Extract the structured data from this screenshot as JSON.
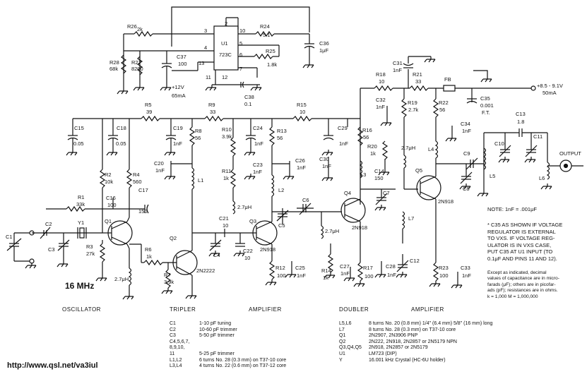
{
  "title": "16 MHz",
  "url": "http://www.qsl.net/va3iul",
  "sections": [
    "OSCILLATOR",
    "TRIPLER",
    "AMPLIFIER",
    "DOUBLER",
    "AMPLIFIER"
  ],
  "supply": {
    "main": "+8.5 - 9.1V",
    "main_current": "50mA",
    "reg": "+12V",
    "reg_current": "65mA"
  },
  "output_label": "OUTPUT",
  "ic": {
    "name": "U1",
    "part": "723C",
    "pins": [
      "2",
      "3",
      "4",
      "5",
      "6",
      "7",
      "10",
      "11",
      "12",
      "13"
    ]
  },
  "parts": {
    "R26": "R26",
    "R26v": "2k",
    "R24": "R24",
    "R24v": "5.1",
    "R28": "R28",
    "R28v": "68k",
    "R27": "R27",
    "R27v": "8200",
    "C37": "C37",
    "C37v": "100",
    "R25": "R25",
    "R25v": "1.8k",
    "C36": "C36",
    "C36v": "1μF",
    "C38": "C38",
    "C38v": "0.1",
    "R5": "R5",
    "R5v": "39",
    "R9": "R9",
    "R9v": "33",
    "R15": "R15",
    "R15v": "10",
    "R18": "R18",
    "R18v": "10",
    "R21": "R21",
    "R21v": "33",
    "FB": "FB",
    "C31": "C31",
    "C31v": "1nF",
    "C35": "C35",
    "C35v": "0.001",
    "C35t": "F.T.",
    "C15": "C15",
    "C15v": "0.05",
    "C18": "C18",
    "C18v": "0.05",
    "C19": "C19",
    "C19v": "1nF",
    "R8": "R8",
    "R8v": "56",
    "R10": "R10",
    "R10v": "3.9k",
    "C24": "C24",
    "C24v": "1nF",
    "R13": "R13",
    "R13v": "56",
    "C29": "C29",
    "C29v": "1nF",
    "R16": "R16",
    "R16v": "56",
    "C32": "C32",
    "C32v": "1nF",
    "R19": "R19",
    "R19v": "2.7k",
    "R22": "R22",
    "R22v": "56",
    "C34": "C34",
    "C34v": "1nF",
    "C13": "C13",
    "C13v": "1.8",
    "C10": "C10",
    "C11": "C11",
    "C9": "C9",
    "C8": "C8",
    "L4": "L4",
    "L5": "L5",
    "L6": "L6",
    "R2": "R2",
    "R2v": "10k",
    "R4": "R4",
    "R4v": "560",
    "C16": "C16",
    "C16v": "100",
    "C17": "C17",
    "C17v": "150",
    "R1": "R1",
    "R1v": "33k",
    "C20": "C20",
    "C20v": "1nF",
    "L1": "L1",
    "R11": "R11",
    "R11v": "1k",
    "C23": "C23",
    "C23v": "1nF",
    "C26": "C26",
    "C26v": "1nF",
    "L2": "L2",
    "C30": "C30",
    "C30v": "1nF",
    "R20": "R20",
    "R20v": "1k",
    "C14": "C14",
    "C14v": "150",
    "L3": "L3",
    "C7": "C7",
    "C6": "C6",
    "C5": "C5",
    "C21": "C21",
    "C21v": "10",
    "C22": "C22",
    "C22v": "10",
    "C4": "C4",
    "C2": "C2",
    "C3": "C3",
    "C1": "C1",
    "Y1": "Y1",
    "R3": "R3",
    "R3v": "27k",
    "R6": "R6",
    "R6v": "1k",
    "R7": "R7",
    "R7v": "3.9k",
    "L_uH": "2.7μH",
    "R12": "R12",
    "R12v": "100",
    "C25": "C25",
    "C25v": "1nF",
    "R14": "R14",
    "R14v": "1k",
    "C27": "C27",
    "C27v": "1nF",
    "R17": "R17",
    "R17v": "100",
    "C28": "C28",
    "C28v": "1nF",
    "L7": "L7",
    "C12": "C12",
    "R23": "R23",
    "R23v": "100",
    "C33": "C33",
    "C33v": "1nF",
    "Q1": "Q1",
    "Q2": "Q2",
    "Q2t": "2N2222",
    "Q3": "Q3",
    "Q3t": "2N918",
    "Q4": "Q4",
    "Q4t": "2N918",
    "Q5": "Q5",
    "Q5t": "2N918"
  },
  "notes": {
    "note1": "NOTE: 1nF = .001μF",
    "note2": [
      "* C35 AS SHOWN IF VOLTAGE",
      "REGULATOR IS EXTERNAL",
      "TO VXS. IF VOLTAGE REG-",
      "ULATOR IS IN VXS CASE,",
      "PUT C35 AT U1 INPUT (TO",
      "0.1μF AND PINS 11 AND 12)."
    ],
    "note3": [
      "Except as indicated, decimal",
      "values of capacitance are in micro-",
      "farads (μF); others are in picofar-",
      "ads (pF); resistances are in ohms.",
      "k = 1,000      M = 1,000,000"
    ]
  },
  "legend_left": [
    {
      "k": "C1",
      "v": "1-10 pF tuning"
    },
    {
      "k": "C2",
      "v": "10-60 pF trimmer"
    },
    {
      "k": "C3",
      "v": "5-50 pF trimmer"
    },
    {
      "k": "C4,5,6,7,",
      "v": ""
    },
    {
      "k": "   8,9,10,",
      "v": ""
    },
    {
      "k": "   11",
      "v": "5-25 pF trimmer"
    },
    {
      "k": "L1,L2",
      "v": "6 turns No. 28 (0.3 mm) on T37-10 core"
    },
    {
      "k": "L3,L4",
      "v": "4 turns No. 22 (0.6 mm) on T37-12 core"
    }
  ],
  "legend_right": [
    {
      "k": "L5,L6",
      "v": "8 turns No. 20 (0.8 mm) 1/4\" (6.4 mm) 5/8\" (16 mm) long"
    },
    {
      "k": "L7",
      "v": "8 turns No. 28 (0.3 mm) on T37-10 core"
    },
    {
      "k": "Q1",
      "v": "2N2907, 2N3906 PNP"
    },
    {
      "k": "Q2",
      "v": "2N222, 2N918, 2N2857 or 2N5179 NPN"
    },
    {
      "k": "Q3,Q4,Q5",
      "v": "2N918, 2N2857 or 2N5179"
    },
    {
      "k": "U1",
      "v": "LM723 (DIP)"
    },
    {
      "k": "Y",
      "v": "16.001 kHz Crystal (HC-6U holder)"
    }
  ]
}
